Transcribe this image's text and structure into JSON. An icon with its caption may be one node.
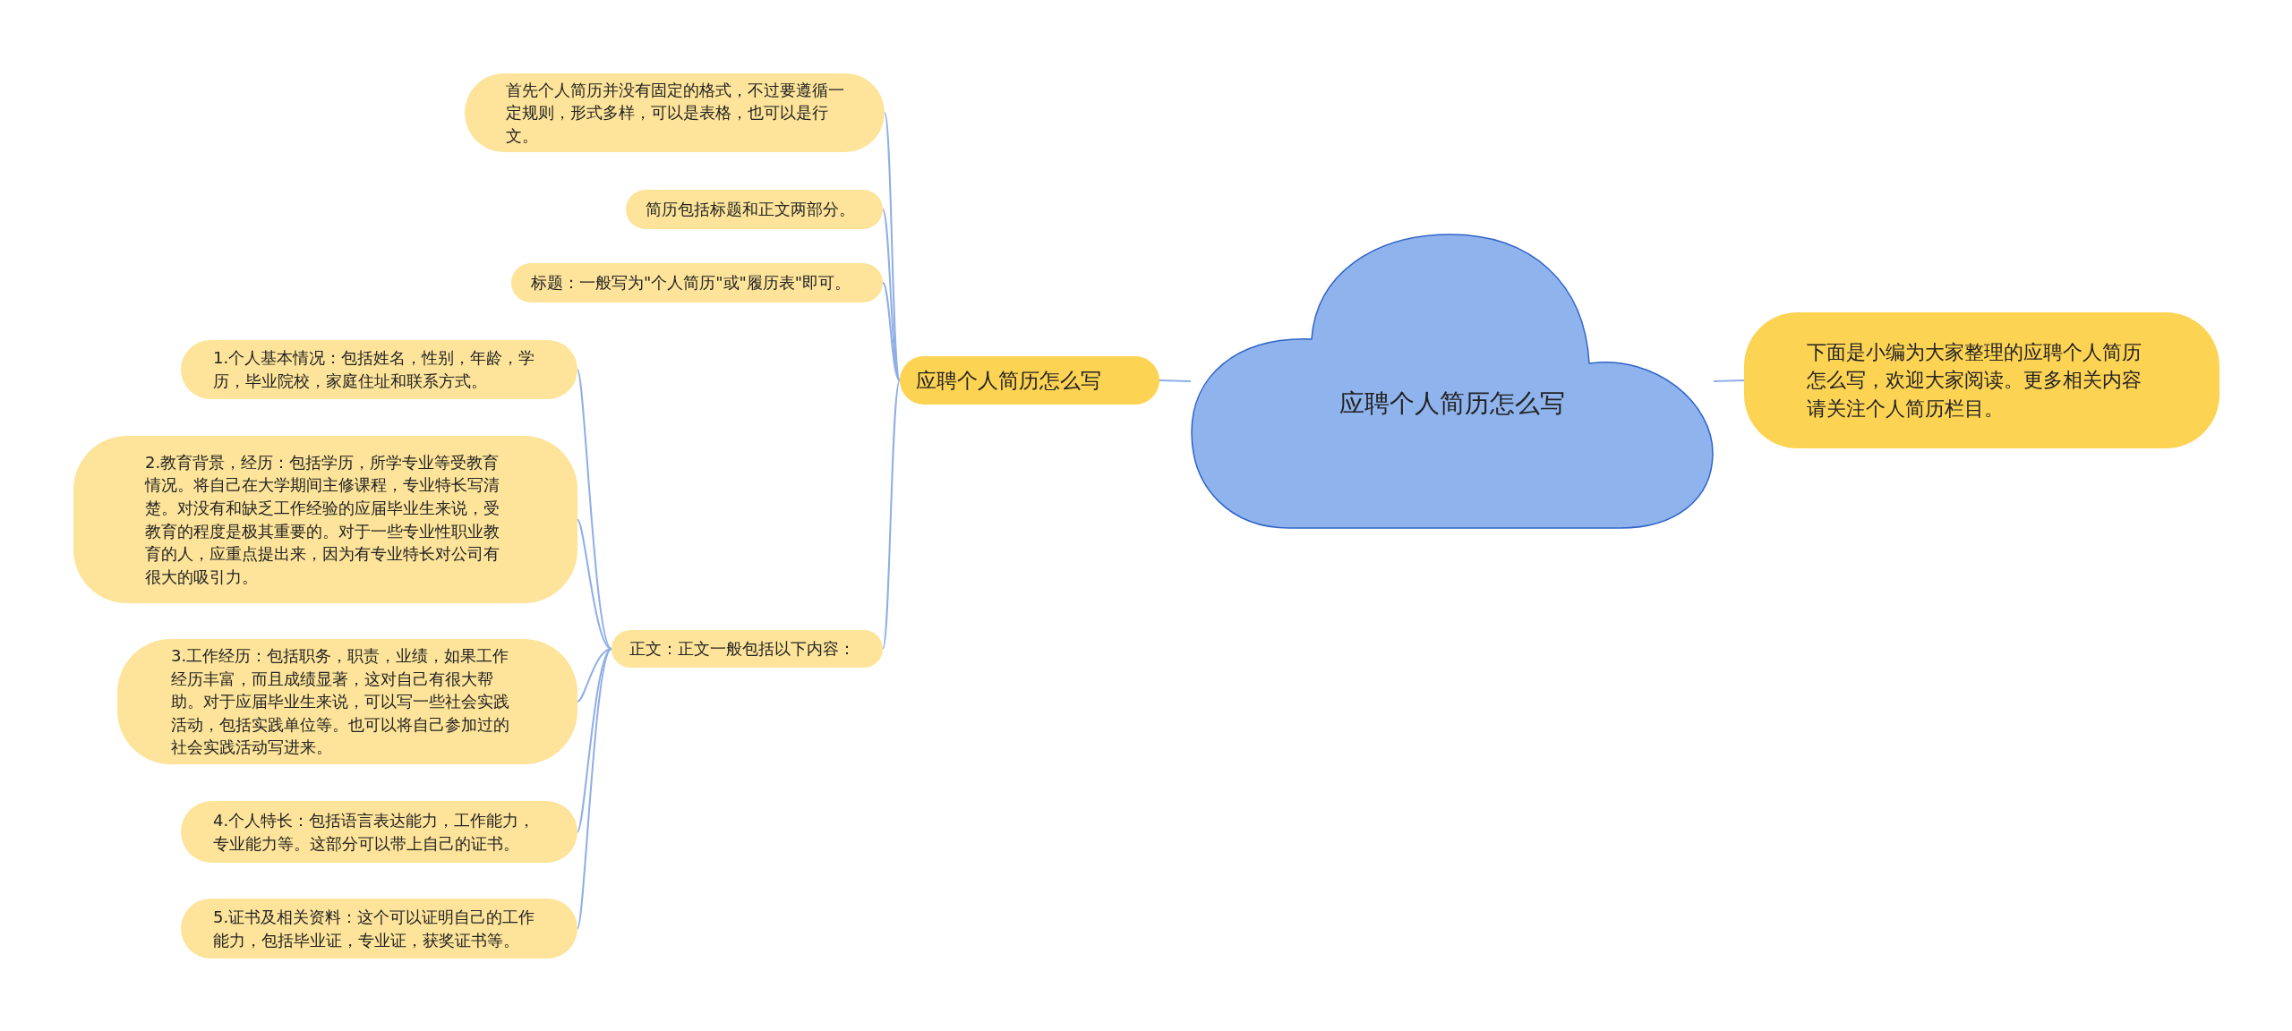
{
  "diagram": {
    "nodes": [
      {
        "text": [
          "应聘个人简历怎么写"
        ]
      },
      {
        "text": [
          "应聘个人简历怎么写"
        ]
      },
      {
        "text": [
          "首先个人简历并没有固定的格式，不过要遵循一定规则，形式多样，可以是表格，也可以是行文。"
        ]
      },
      {
        "text": [
          "简历包括标题和正文两部分。"
        ]
      },
      {
        "text": [
          "标题：一般写为\"个人简历\"或\"履历表\"即可。"
        ]
      },
      {
        "text": [
          "正文：正文一般包括以下内容："
        ]
      },
      {
        "text": [
          "1.个人基本情况：包括姓名，性别，年龄，学历，毕业院校，家庭住址和联系方式。"
        ]
      },
      {
        "text": [
          "2.教育背景，经历：包括学历，所学专业等受教育情况。将自己在大学期间主修课程，专业特长写清楚。对没有和缺乏工作经验的应届毕业生来说，受教育的程度是极其重要的。对于一些专业性职业教育的人，应重点提出来，因为有专业特长对公司有很大的吸引力。"
        ]
      },
      {
        "text": [
          "3.工作经历：包括职务，职责，业绩，如果工作经历丰富，而且成绩显著，这对自己有很大帮助。对于应届毕业生来说，可以写一些社会实践活动，包括实践单位等。也可以将自己参加过的社会实践活动写进来。"
        ]
      },
      {
        "text": [
          "4.个人特长：包括语言表达能力，工作能力，专业能力等。这部分可以带上自己的证书。"
        ]
      },
      {
        "text": [
          "5.证书及相关资料：这个可以证明自己的工作能力，包括毕业证，专业证，获奖证书等。"
        ]
      },
      {
        "text": [
          "下面是小编为大家整理的应聘个人简历怎么写，欢迎大家阅读。更多相关内容请关注个人简历栏目。"
        ]
      }
    ],
    "edges": [
      {
        "from": 0,
        "to": 1,
        "arrow": "none"
      },
      {
        "from": 0,
        "to": 11,
        "arrow": "none"
      },
      {
        "from": 1,
        "to": 2,
        "arrow": "none"
      },
      {
        "from": 1,
        "to": 3,
        "arrow": "none"
      },
      {
        "from": 1,
        "to": 4,
        "arrow": "none"
      },
      {
        "from": 1,
        "to": 5,
        "arrow": "none"
      },
      {
        "from": 5,
        "to": 6,
        "arrow": "none"
      },
      {
        "from": 5,
        "to": 7,
        "arrow": "none"
      },
      {
        "from": 5,
        "to": 8,
        "arrow": "none"
      },
      {
        "from": 5,
        "to": 9,
        "arrow": "none"
      },
      {
        "from": 5,
        "to": 10,
        "arrow": "none"
      }
    ]
  }
}
